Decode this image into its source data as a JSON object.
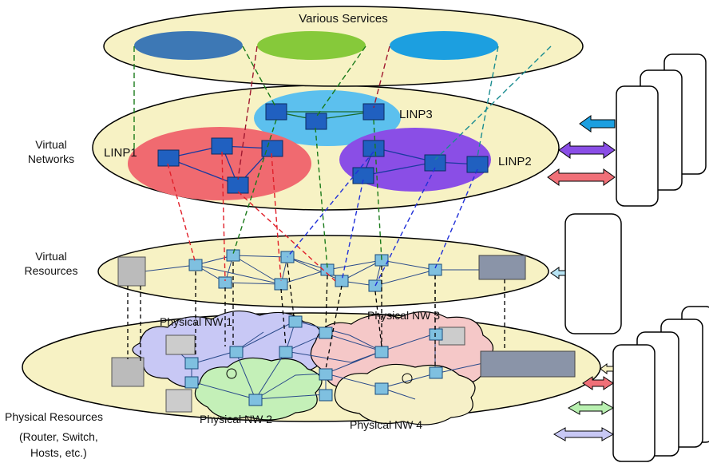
{
  "layers": {
    "services": "Various Services",
    "virtual_networks": [
      "Virtual",
      "Networks"
    ],
    "virtual_resources": [
      "Virtual",
      "Resources"
    ],
    "physical_resources": [
      "Physical Resources",
      "(Router, Switch,",
      "Hosts, etc.)"
    ]
  },
  "linps": [
    "LINP1",
    "LINP2",
    "LINP3"
  ],
  "physical_networks": [
    "Physical NW 1",
    "Physical NW 2",
    "Physical NW 3",
    "Physical NW 4"
  ],
  "colors": {
    "layer_fill": "#f7f2c4",
    "service_blue": "#3d78b5",
    "service_green": "#86c93a",
    "service_cyan": "#1c9fe0",
    "linp1": "#f06a70",
    "linp2": "#8a4ee6",
    "linp3": "#5cc0ee",
    "nw1": "#c8c8f5",
    "nw2": "#c4f0b8",
    "nw3": "#f5c8c8",
    "nw4": "#f6f0c8",
    "link_green": "#1a7a1a",
    "link_red": "#e0202a",
    "link_blue": "#2030d8",
    "link_teal": "#1a8c90",
    "link_maroon": "#a01830"
  }
}
